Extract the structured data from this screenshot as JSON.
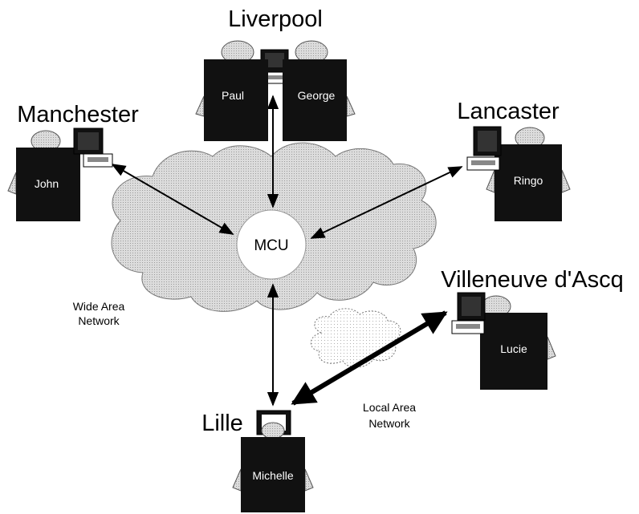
{
  "title": "",
  "hub": {
    "label": "MCU"
  },
  "networks": {
    "wan": {
      "line1": "Wide Area",
      "line2": "Network"
    },
    "lan": {
      "line1": "Local Area",
      "line2": "Network"
    }
  },
  "sites": {
    "liverpool": {
      "city": "Liverpool",
      "people": [
        "Paul",
        "George"
      ]
    },
    "manchester": {
      "city": "Manchester",
      "people": [
        "John"
      ]
    },
    "lancaster": {
      "city": "Lancaster",
      "people": [
        "Ringo"
      ]
    },
    "villeneuve": {
      "city": "Villeneuve d'Ascq",
      "people": [
        "Lucie"
      ]
    },
    "lille": {
      "city": "Lille",
      "people": [
        "Michelle"
      ]
    }
  },
  "colors": {
    "cloud": "#d2d2d2",
    "figure": "#111111",
    "ink": "#000000"
  },
  "connections": [
    {
      "from": "manchester",
      "to": "hub"
    },
    {
      "from": "liverpool",
      "to": "hub"
    },
    {
      "from": "lancaster",
      "to": "hub"
    },
    {
      "from": "lille",
      "to": "hub"
    },
    {
      "from": "villeneuve",
      "to": "lille",
      "via": "lan"
    }
  ]
}
